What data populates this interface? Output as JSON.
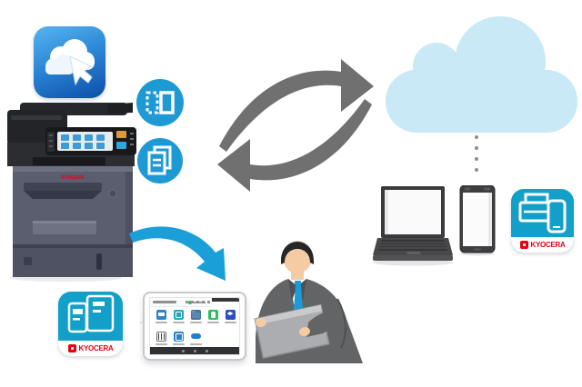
{
  "brand": {
    "name": "KYOCERA",
    "red": "#E60012",
    "app_teal": "#12A0C8"
  },
  "colors": {
    "cloud_fill": "#C9E9F7",
    "sync_arrow_gray": "#707070",
    "download_arrow_blue": "#1B9FD8",
    "circle_icon_teal": "#1D9AD4",
    "cloud_connect_gradient_top": "#58B4EF",
    "cloud_connect_gradient_bottom": "#0B4FA8",
    "person_suit": "#636466",
    "person_tie": "#1B9CD8",
    "printer_body": "#5A5E6F"
  },
  "icons": {
    "cloud_connect_app": "cloud-with-cursor",
    "scan_circle": "id-card-scan",
    "copy_circle": "document-copies",
    "sync": "two-curved-exchange-arrows",
    "print_app": "printer-and-phone-outline",
    "mypanel_app": "phone-and-tablet-outline",
    "tablet_apps": [
      "print",
      "scan",
      "folder",
      "evernote",
      "dropbox",
      "barcode-scan",
      "device",
      "onedrive"
    ]
  },
  "diagram": {
    "nodes": [
      "cloud-connect-app",
      "kyocera-mfp-printer",
      "scan-feature",
      "copy-feature",
      "cloud",
      "laptop",
      "smartphone",
      "mobile-print-app",
      "business-person-with-tablet",
      "tablet-mypanel-ui",
      "mypanel-app"
    ],
    "flows": [
      {
        "from": "kyocera-mfp-printer",
        "to": "cloud",
        "style": "gray-curved-arrow"
      },
      {
        "from": "cloud",
        "to": "kyocera-mfp-printer",
        "style": "gray-curved-arrow"
      },
      {
        "from": "cloud",
        "to": "laptop-and-smartphone",
        "style": "dotted-line"
      },
      {
        "from": "kyocera-mfp-printer",
        "to": "business-person-with-tablet",
        "style": "blue-curved-arrow"
      }
    ]
  }
}
